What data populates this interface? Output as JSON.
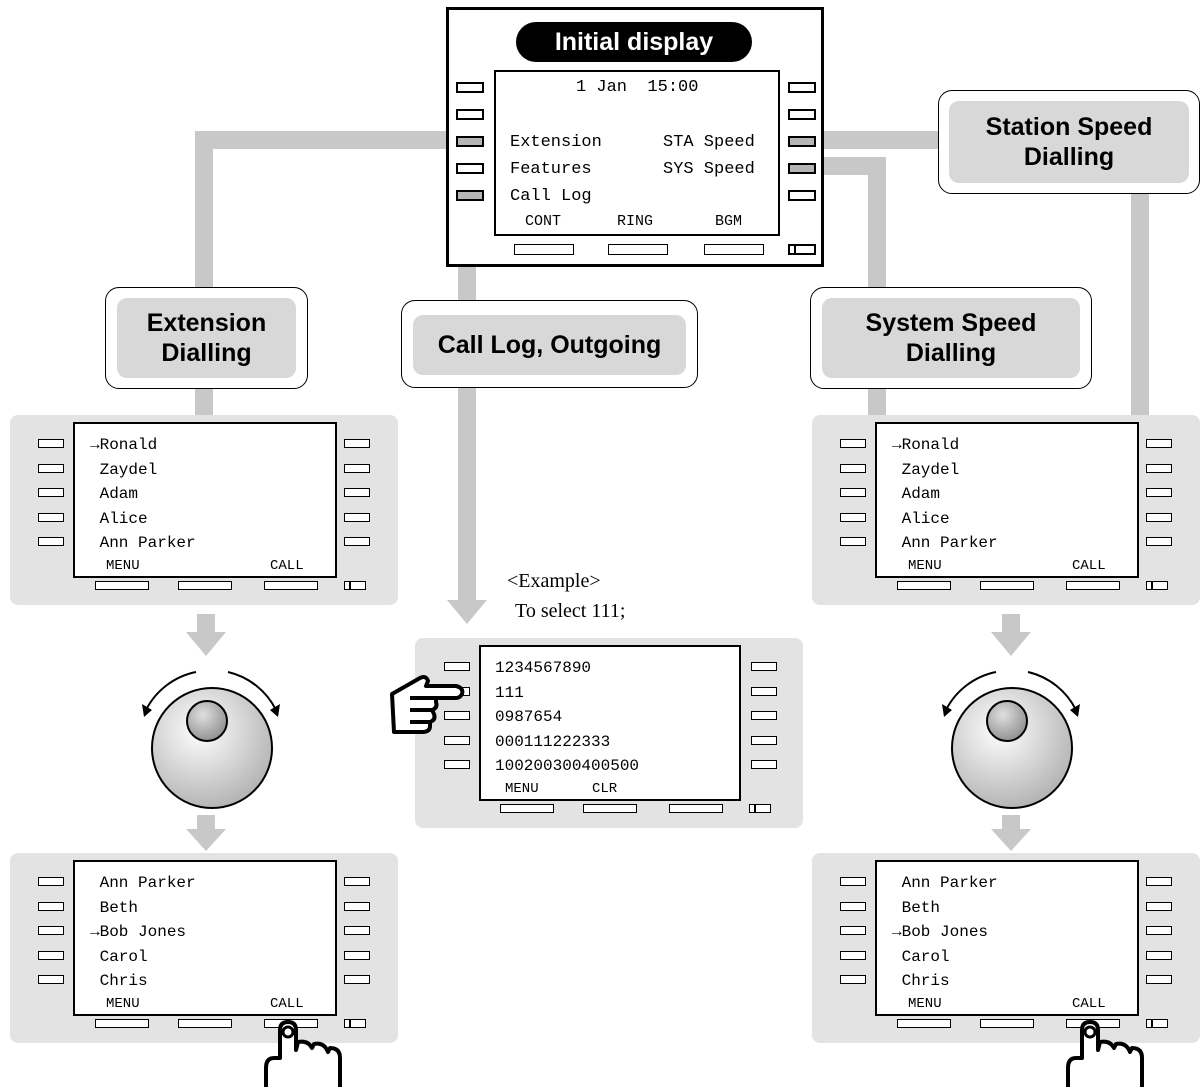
{
  "initial": {
    "title": "Initial display",
    "date_time": "1 Jan  15:00",
    "left_labels": [
      "Extension",
      "Features",
      "Call Log"
    ],
    "right_labels": [
      "STA Speed",
      "SYS Speed"
    ],
    "soft_keys": [
      "CONT",
      "RING",
      "BGM"
    ]
  },
  "labels": {
    "station_speed": "Station Speed\nDialling",
    "extension": "Extension\nDialling",
    "call_log": "Call Log, Outgoing",
    "system_speed": "System Speed\nDialling"
  },
  "lists": {
    "first_page": [
      "→Ronald",
      " Zaydel",
      " Adam",
      " Alice",
      " Ann Parker"
    ],
    "second_page": [
      " Ann Parker",
      " Beth",
      "→Bob Jones",
      " Carol",
      " Chris"
    ],
    "call_log": [
      "1234567890",
      "111",
      "0987654",
      "000111222333",
      "100200300400500"
    ]
  },
  "softkeys": {
    "menu": "MENU",
    "call": "CALL",
    "clr": "CLR"
  },
  "example": {
    "line1": "<Example>",
    "line2": "To select 111;"
  },
  "colors": {
    "connector": "#c8c8c8",
    "panel": "#e3e3e3",
    "callout_fill": "#d8d8d8",
    "highlighted_key": "#b5b5b5"
  },
  "icons": [
    "jog-dial-icon",
    "pointing-hand-icon",
    "pressing-hand-icon",
    "down-arrow-icon"
  ]
}
